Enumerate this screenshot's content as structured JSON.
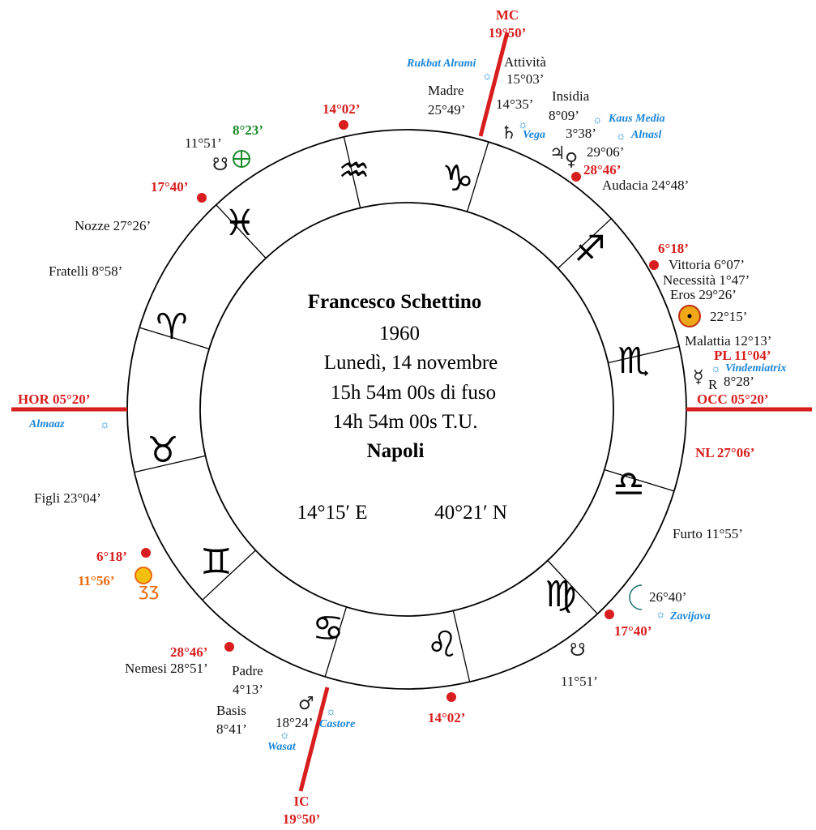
{
  "center": {
    "name": "Francesco Schettino",
    "year": "1960",
    "date": "Lunedì, 14 novembre",
    "time_zone": "15h 54m 00s di fuso",
    "time_ut": "14h 54m 00s T.U.",
    "city": "Napoli",
    "longitude": "14°15′ E",
    "latitude": "40°21′ N"
  },
  "axes": {
    "mc_label": "MC",
    "mc_deg": "19°50’",
    "ic_label": "IC",
    "ic_deg": "19°50’",
    "hor": "HOR 05°20’",
    "occ": "OCC 05°20’"
  },
  "signs": {
    "aquarius": "♒",
    "capricorn": "♑",
    "sagittarius": "♐",
    "scorpio": "♏",
    "libra": "♎",
    "virgo": "♍",
    "leo": "♌",
    "cancer": "♋",
    "gemini": "♊",
    "taurus": "♉",
    "aries": "♈",
    "pisces": "♓"
  },
  "cusps": {
    "top_left": "14°02’",
    "left_upper": "17°40’",
    "right_top": "28°46’",
    "right_upper": "6°18’",
    "left_lower": "6°18’",
    "left_bottom": "28°46’",
    "bottom": "14°02’",
    "right_bottom": "17°40’"
  },
  "parts": {
    "rukbat": "Rukbat Alrami",
    "attivita": "Attività",
    "attivita_deg": "15°03’",
    "madre": "Madre",
    "madre_deg": "25°49’",
    "insidia": "Insidia",
    "insidia_deg": "8°09’",
    "kaus": "Kaus Media",
    "alnasl": "Alnasl",
    "saturn_deg": "14°35’",
    "vega": "Vega",
    "jupiter_deg": "3°38’",
    "venus_deg": "29°06’",
    "audacia": "Audacia 24°48’",
    "node_top_deg": "11°51’",
    "fortune_deg": "8°23’",
    "nozze": "Nozze 27°26’",
    "fratelli": "Fratelli 8°58’",
    "vittoria": "Vittoria 6°07’",
    "necessita": "Necessità 1°47’",
    "eros": "Eros  29°26’",
    "sun_deg": "22°15’",
    "malattia": "Malattia 12°13’",
    "pl": "PL 11°04’",
    "vindemiatrix": "Vindemiatrix",
    "mercury_deg": "8°28’",
    "retro": "R",
    "almaaz": "Almaaz",
    "nl": "NL  27°06’",
    "figli": "Figli 23°04’",
    "furto": "Furto 11°55’",
    "moon_deg": "26°40’",
    "zavijava": "Zavijava",
    "node_bottom_deg": "11°51’",
    "lilith_deg": "11°56’",
    "nemesi": "Nemesi 28°51’",
    "padre": "Padre",
    "padre_deg": "4°13’",
    "basis": "Basis",
    "basis_deg": "8°41’",
    "mars_deg": "18°24’",
    "castore": "Castore",
    "wasat": "Wasat"
  },
  "colors": {
    "axis": "#d81e1e",
    "cusp": "#d81e1e",
    "star": "#1a86d8",
    "fortune": "#1a8a2a",
    "lilith": "#e86a10"
  }
}
